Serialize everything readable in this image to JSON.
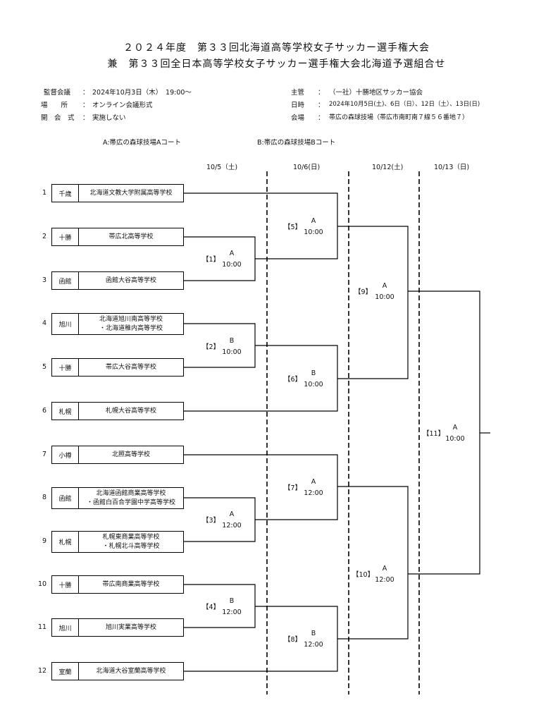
{
  "title": {
    "line1": "２０２４年度　第３３回北海道高等学校女子サッカー選手権大会",
    "line2": "兼　第３３回全日本高等学校女子サッカー選手権大会北海道予選組合せ"
  },
  "info_left": [
    {
      "label": "監督会議",
      "sep": "：",
      "value": "2024年10月3日（木）　19:00～"
    },
    {
      "label": "場　　所",
      "sep": "：",
      "value": "オンライン会議形式"
    },
    {
      "label": "開　会　式",
      "sep": "：",
      "value": "実施しない"
    }
  ],
  "info_right": [
    {
      "label": "主管",
      "sep": "：",
      "value": "（一社）十勝地区サッカー協会"
    },
    {
      "label": "日時",
      "sep": "：",
      "value": "2024年10月5日(土)、6日（日）、12日（土）、13日(日)"
    },
    {
      "label": "会場",
      "sep": "：",
      "value": "帯広の森球技場（帯広市南町南７線５６番地７）"
    }
  ],
  "venues": {
    "a": "A:帯広の森球技場Aコート",
    "b": "B:帯広の森球技場Bコート"
  },
  "dates": [
    "10/5（土)",
    "10/6(日)",
    "10/12(土)",
    "10/13（日)"
  ],
  "teams": [
    {
      "seed": "1",
      "region": "千歳",
      "school": [
        "北海道文教大学附属高等学校"
      ]
    },
    {
      "seed": "2",
      "region": "十勝",
      "school": [
        "帯広北高等学校"
      ]
    },
    {
      "seed": "3",
      "region": "函館",
      "school": [
        "函館大谷高等学校"
      ]
    },
    {
      "seed": "4",
      "region": "旭川",
      "school": [
        "北海道旭川南高等学校",
        "・北海道稚内高等学校"
      ]
    },
    {
      "seed": "5",
      "region": "十勝",
      "school": [
        "帯広大谷高等学校"
      ]
    },
    {
      "seed": "6",
      "region": "札幌",
      "school": [
        "札幌大谷高等学校"
      ]
    },
    {
      "seed": "7",
      "region": "小樽",
      "school": [
        "北照高等学校"
      ]
    },
    {
      "seed": "8",
      "region": "函館",
      "school": [
        "北海道函館商業高等学校",
        "・函館白百合学園中学高等学校"
      ]
    },
    {
      "seed": "9",
      "region": "札幌",
      "school": [
        "札幌東商業高等学校",
        "・札幌北斗高等学校"
      ]
    },
    {
      "seed": "10",
      "region": "十勝",
      "school": [
        "帯広南商業高等学校"
      ]
    },
    {
      "seed": "11",
      "region": "旭川",
      "school": [
        "旭川実業高等学校"
      ]
    },
    {
      "seed": "12",
      "region": "室蘭",
      "school": [
        "北海道大谷室蘭高等学校"
      ]
    }
  ],
  "matches": [
    {
      "no": "【1】",
      "court": "A",
      "time": "10:00"
    },
    {
      "no": "【2】",
      "court": "B",
      "time": "10:00"
    },
    {
      "no": "【3】",
      "court": "A",
      "time": "12:00"
    },
    {
      "no": "【4】",
      "court": "B",
      "time": "12:00"
    },
    {
      "no": "【5】",
      "court": "A",
      "time": "10:00"
    },
    {
      "no": "【6】",
      "court": "B",
      "time": "10:00"
    },
    {
      "no": "【7】",
      "court": "A",
      "time": "12:00"
    },
    {
      "no": "【8】",
      "court": "B",
      "time": "12:00"
    },
    {
      "no": "【9】",
      "court": "A",
      "time": "10:00"
    },
    {
      "no": "【10】",
      "court": "A",
      "time": "12:00"
    },
    {
      "no": "【11】",
      "court": "A",
      "time": "10:00"
    }
  ]
}
